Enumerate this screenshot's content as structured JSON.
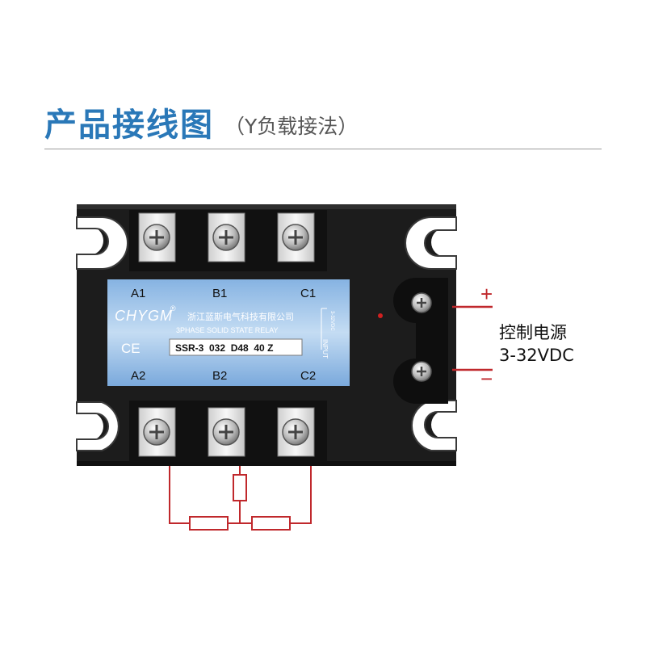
{
  "header": {
    "title": "产品接线图",
    "subtitle": "（Y负载接法）"
  },
  "relay": {
    "brand": "CHYGM",
    "brand_mark": "®",
    "company": "浙江蓝斯电气科技有限公司",
    "description": "3PHASE SOLID STATE RELAY",
    "model": "SSR-3  032  D48  40 Z",
    "ce_mark": "CE",
    "input_label": "INPUT",
    "input_range": "3-32VDC",
    "terminals_top": [
      "A1",
      "B1",
      "C1"
    ],
    "terminals_bottom": [
      "A2",
      "B2",
      "C2"
    ]
  },
  "control": {
    "plus": "+",
    "minus": "−",
    "label": "控制电源",
    "voltage": "3-32VDC"
  },
  "colors": {
    "title": "#2a78b8",
    "wire": "#c0282c",
    "label_panel": "#7aa9dc",
    "housing": "#1b1b1b"
  }
}
